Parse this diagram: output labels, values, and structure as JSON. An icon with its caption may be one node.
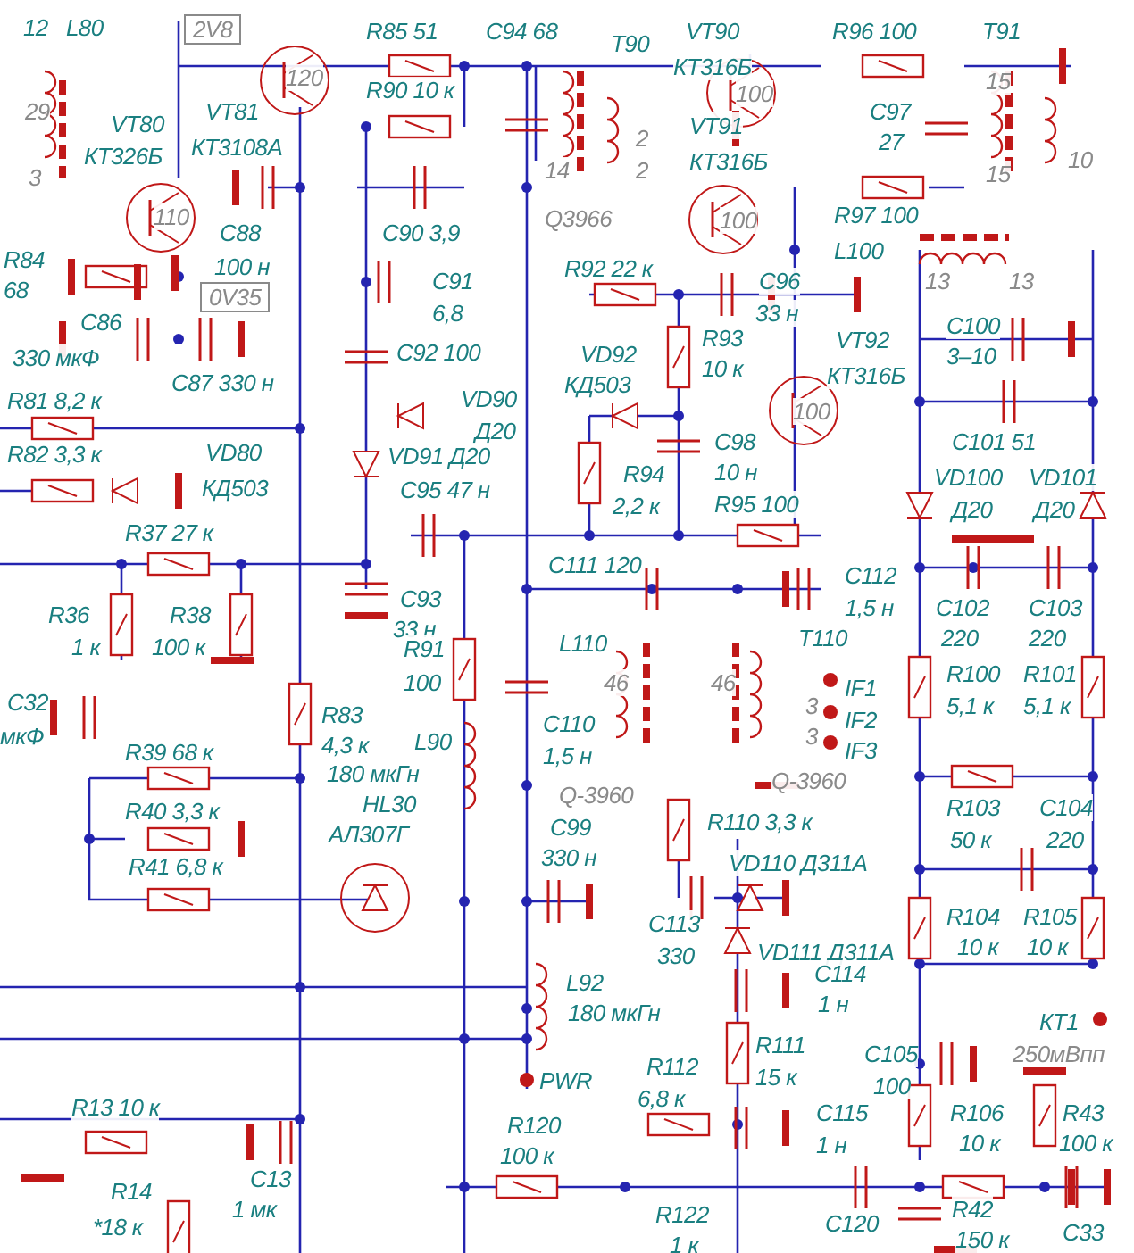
{
  "diagram": {
    "labels": [
      "12",
      "L80",
      "2V8",
      "R85 51",
      "С94 68",
      "Т90",
      "VT90",
      "R96 100",
      "Т91",
      "КТ316Б",
      "15",
      "120",
      "R90 10 к",
      "29",
      "VT81",
      "VT80",
      "С97",
      "100",
      "VT91",
      "2",
      "27",
      "КТ3108А",
      "КТ326Б",
      "КТ316Б",
      "14",
      "2",
      "10",
      "15",
      "3",
      "110",
      "R97 100",
      "Q3966",
      "100",
      "С90 3,9",
      "С88",
      "L100",
      "R84",
      "100 н",
      "R92 22 к",
      "13",
      "13",
      "С96",
      "С91",
      "68",
      "0V35",
      "33 н",
      "6,8",
      "С86",
      "С100",
      "R93",
      "VT92",
      "С92 100",
      "330 мкФ",
      "VD92",
      "3–10",
      "10 к",
      "КТ316Б",
      "С87 330 н",
      "КД503",
      "R81 8,2 к",
      "VD90",
      "Д20",
      "100",
      "С101 51",
      "С98",
      "R82 3,3 к",
      "VD80",
      "VD91 Д20",
      "R94",
      "10 н",
      "VD100",
      "VD101",
      "КД503",
      "С95 47 н",
      "2,2 к",
      "R95 100",
      "Д20",
      "Д20",
      "R37 27 к",
      "С111 120",
      "С112",
      "С93",
      "С102",
      "С103",
      "1,5 н",
      "R36",
      "R38",
      "33 н",
      "Т110",
      "220",
      "220",
      "L110",
      "1 к",
      "100 к",
      "R91",
      "46",
      "46",
      "100",
      "IF1",
      "R100",
      "R101",
      "С32",
      "3",
      "5,1 к",
      "5,1 к",
      "R83",
      "IF2",
      "С110",
      "мкФ",
      "3",
      "L90",
      "4,3 к",
      "R39 68 к",
      "IF3",
      "1,5 н",
      "180 мкГн",
      "Q-3960",
      "Q-3960",
      "HL30",
      "R103",
      "С104",
      "R40 3,3 к",
      "R110 3,3 к",
      "С99",
      "АЛ307Г",
      "50 к",
      "220",
      "330 н",
      "VD110 Д311А",
      "R41 6,8 к",
      "R104",
      "R105",
      "С113",
      "10 к",
      "10 к",
      "VD111 Д311А",
      "330",
      "С114",
      "L92",
      "1 н",
      "180 мкГн",
      "КТ1",
      "R111",
      "С105",
      "250мВпп",
      "R112",
      "15 к",
      "100",
      "PWR",
      "6,8 к",
      "R13 10 к",
      "R120",
      "С115",
      "R106",
      "R43",
      "1 н",
      "10 к",
      "100 к",
      "100 к",
      "С13",
      "R14",
      "1 мк",
      "R122",
      "С120",
      "R42",
      "С33",
      "*18 к",
      "1 к",
      "150 к"
    ]
  }
}
